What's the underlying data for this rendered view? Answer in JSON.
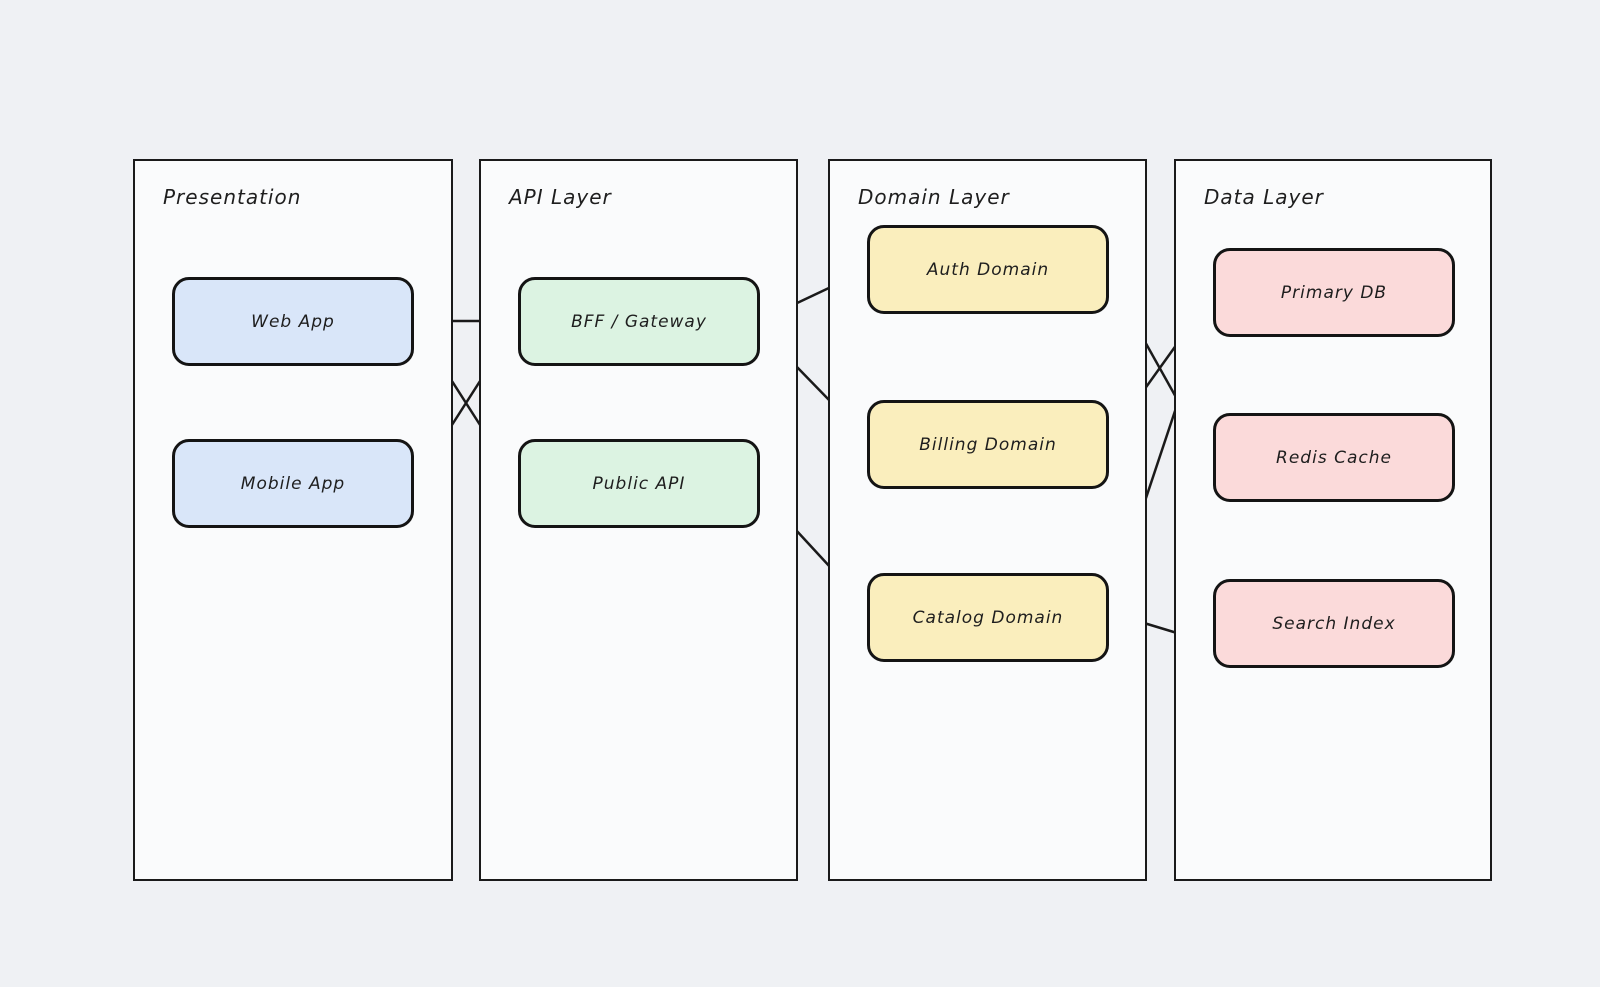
{
  "page": {
    "background_color": "#eff1f4"
  },
  "diagram": {
    "style": "excalidraw-hand-drawn",
    "stroke_color": "#1a1a1a",
    "text_color": "#1e1e1e",
    "container_fill": "#fafbfc",
    "layers": [
      {
        "label": "Presentation",
        "node_fill": "#d9e6f9",
        "nodes": [
          {
            "label": "Web App"
          },
          {
            "label": "Mobile App"
          }
        ]
      },
      {
        "label": "API Layer",
        "node_fill": "#dcf3e2",
        "nodes": [
          {
            "label": "BFF / Gateway"
          },
          {
            "label": "Public API"
          }
        ]
      },
      {
        "label": "Domain Layer",
        "node_fill": "#faeebd",
        "nodes": [
          {
            "label": "Auth Domain"
          },
          {
            "label": "Billing Domain"
          },
          {
            "label": "Catalog Domain"
          }
        ]
      },
      {
        "label": "Data Layer",
        "node_fill": "#fbdada",
        "nodes": [
          {
            "label": "Primary DB"
          },
          {
            "label": "Redis Cache"
          },
          {
            "label": "Search Index"
          }
        ]
      }
    ],
    "connections": [
      {
        "from": "Web App",
        "to": "BFF / Gateway"
      },
      {
        "from": "Web App",
        "to": "Public API"
      },
      {
        "from": "Mobile App",
        "to": "BFF / Gateway"
      },
      {
        "from": "BFF / Gateway",
        "to": "Auth Domain"
      },
      {
        "from": "BFF / Gateway",
        "to": "Billing Domain"
      },
      {
        "from": "Public API",
        "to": "Catalog Domain"
      },
      {
        "from": "Auth Domain",
        "to": "Redis Cache"
      },
      {
        "from": "Billing Domain",
        "to": "Primary DB"
      },
      {
        "from": "Catalog Domain",
        "to": "Primary DB"
      },
      {
        "from": "Catalog Domain",
        "to": "Search Index"
      }
    ]
  }
}
